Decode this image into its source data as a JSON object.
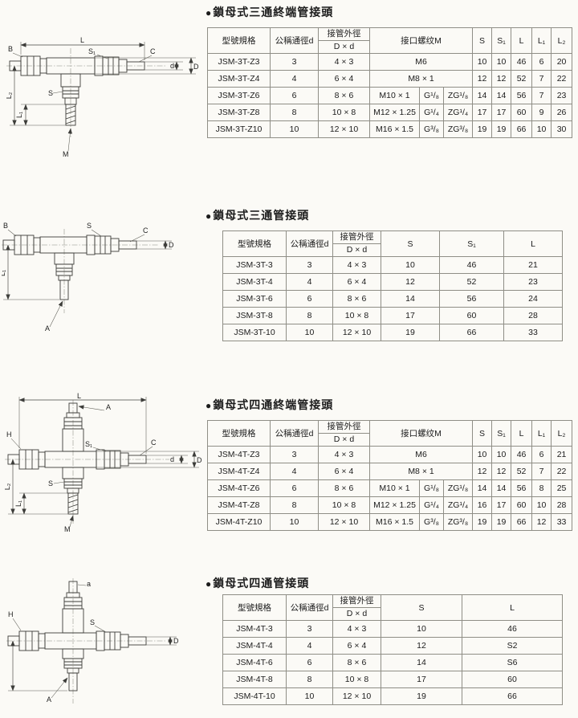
{
  "page": {
    "background": "#fbfaf6",
    "ink": "#1c1c1c",
    "table_border": "#8f8e86"
  },
  "sections": [
    {
      "bullet": "●",
      "title": "鎖母式三通終端管接頭",
      "drawing": {
        "name": "tee-terminal-fitting",
        "labels": {
          "L": "L",
          "S1": "S₁",
          "C": "C",
          "B": "B",
          "d": "d",
          "D": "D",
          "S": "S",
          "L2": "L₂",
          "L1": "L₁",
          "M": "M"
        }
      },
      "table": {
        "columns": [
          {
            "label": "型號規格"
          },
          {
            "label": "公稱通徑d"
          },
          {
            "label": "接管外徑",
            "sub": "D × d"
          },
          {
            "label": "接口螺纹M",
            "colspan": 3
          },
          {
            "label": "S"
          },
          {
            "label": "S₁"
          },
          {
            "label": "L"
          },
          {
            "label": "L₁"
          },
          {
            "label": "L₂"
          }
        ],
        "rows": [
          [
            "JSM-3T-Z3",
            "3",
            "4 × 3",
            {
              "t": "M6",
              "span": 3
            },
            "10",
            "10",
            "46",
            "6",
            "20"
          ],
          [
            "JSM-3T-Z4",
            "4",
            "6 × 4",
            {
              "t": "M8 × 1",
              "span": 3
            },
            "12",
            "12",
            "52",
            "7",
            "22"
          ],
          [
            "JSM-3T-Z6",
            "6",
            "8 × 6",
            "M10 × 1",
            "G¹/₈",
            "ZG¹/₈",
            "14",
            "14",
            "56",
            "7",
            "23"
          ],
          [
            "JSM-3T-Z8",
            "8",
            "10 × 8",
            "M12 × 1.25",
            "G¹/₄",
            "ZG¹/₄",
            "17",
            "17",
            "60",
            "9",
            "26"
          ],
          [
            "JSM-3T-Z10",
            "10",
            "12 × 10",
            "M16 × 1.5",
            "G³/₈",
            "ZG³/₈",
            "19",
            "19",
            "66",
            "10",
            "30"
          ]
        ]
      }
    },
    {
      "bullet": "●",
      "title": "鎖母式三通管接頭",
      "drawing": {
        "name": "tee-fitting",
        "labels": {
          "B": "B",
          "S": "S",
          "C": "C",
          "D": "D",
          "L1": "L₁",
          "A": "A"
        }
      },
      "table": {
        "columns": [
          {
            "label": "型號規格"
          },
          {
            "label": "公稱通徑d"
          },
          {
            "label": "接管外徑",
            "sub": "D × d"
          },
          {
            "label": "S"
          },
          {
            "label": "S₁"
          },
          {
            "label": "L"
          }
        ],
        "rows": [
          [
            "JSM-3T-3",
            "3",
            "4 × 3",
            "10",
            "46",
            "21"
          ],
          [
            "JSM-3T-4",
            "4",
            "6 × 4",
            "12",
            "52",
            "23"
          ],
          [
            "JSM-3T-6",
            "6",
            "8 × 6",
            "14",
            "56",
            "24"
          ],
          [
            "JSM-3T-8",
            "8",
            "10 × 8",
            "17",
            "60",
            "28"
          ],
          [
            "JSM-3T-10",
            "10",
            "12 × 10",
            "19",
            "66",
            "33"
          ]
        ]
      }
    },
    {
      "bullet": "●",
      "title": "鎖母式四通終端管接頭",
      "drawing": {
        "name": "cross-terminal-fitting",
        "labels": {
          "L": "L",
          "A": "A",
          "H": "H",
          "S1": "S₁",
          "C": "C",
          "d": "d",
          "D": "D",
          "S": "S",
          "L2": "L₂",
          "L1": "L₁",
          "M": "M"
        }
      },
      "table": {
        "columns": [
          {
            "label": "型號規格"
          },
          {
            "label": "公稱通徑d"
          },
          {
            "label": "接管外徑",
            "sub": "D × d"
          },
          {
            "label": "接口螺纹M",
            "colspan": 3
          },
          {
            "label": "S"
          },
          {
            "label": "S₁"
          },
          {
            "label": "L"
          },
          {
            "label": "L₁"
          },
          {
            "label": "L₂"
          }
        ],
        "rows": [
          [
            "JSM-4T-Z3",
            "3",
            "4 × 3",
            {
              "t": "M6",
              "span": 3
            },
            "10",
            "10",
            "46",
            "6",
            "21"
          ],
          [
            "JSM-4T-Z4",
            "4",
            "6 × 4",
            {
              "t": "M8 × 1",
              "span": 3
            },
            "12",
            "12",
            "52",
            "7",
            "22"
          ],
          [
            "JSM-4T-Z6",
            "6",
            "8 × 6",
            "M10 × 1",
            "G¹/₈",
            "ZG¹/₈",
            "14",
            "14",
            "56",
            "8",
            "25"
          ],
          [
            "JSM-4T-Z8",
            "8",
            "10 × 8",
            "M12 × 1.25",
            "G¹/₄",
            "ZG¹/₄",
            "16",
            "17",
            "60",
            "10",
            "28"
          ],
          [
            "JSM-4T-Z10",
            "10",
            "12 × 10",
            "M16 × 1.5",
            "G³/₈",
            "ZG³/₈",
            "19",
            "19",
            "66",
            "12",
            "33"
          ]
        ]
      }
    },
    {
      "bullet": "●",
      "title": "鎖母式四通管接頭",
      "drawing": {
        "name": "cross-fitting",
        "labels": {
          "a": "a",
          "H": "H",
          "S": "S",
          "D": "D",
          "A": "A"
        }
      },
      "table": {
        "columns": [
          {
            "label": "型號規格"
          },
          {
            "label": "公稱通徑d"
          },
          {
            "label": "接管外徑",
            "sub": "D × d"
          },
          {
            "label": "S"
          },
          {
            "label": "L"
          }
        ],
        "rows": [
          [
            "JSM-4T-3",
            "3",
            "4 × 3",
            "10",
            "46"
          ],
          [
            "JSM-4T-4",
            "4",
            "6 × 4",
            "12",
            "S2"
          ],
          [
            "JSM-4T-6",
            "6",
            "8 × 6",
            "14",
            "S6"
          ],
          [
            "JSM-4T-8",
            "8",
            "10 × 8",
            "17",
            "60"
          ],
          [
            "JSM-4T-10",
            "10",
            "12 × 10",
            "19",
            "66"
          ]
        ]
      }
    }
  ]
}
